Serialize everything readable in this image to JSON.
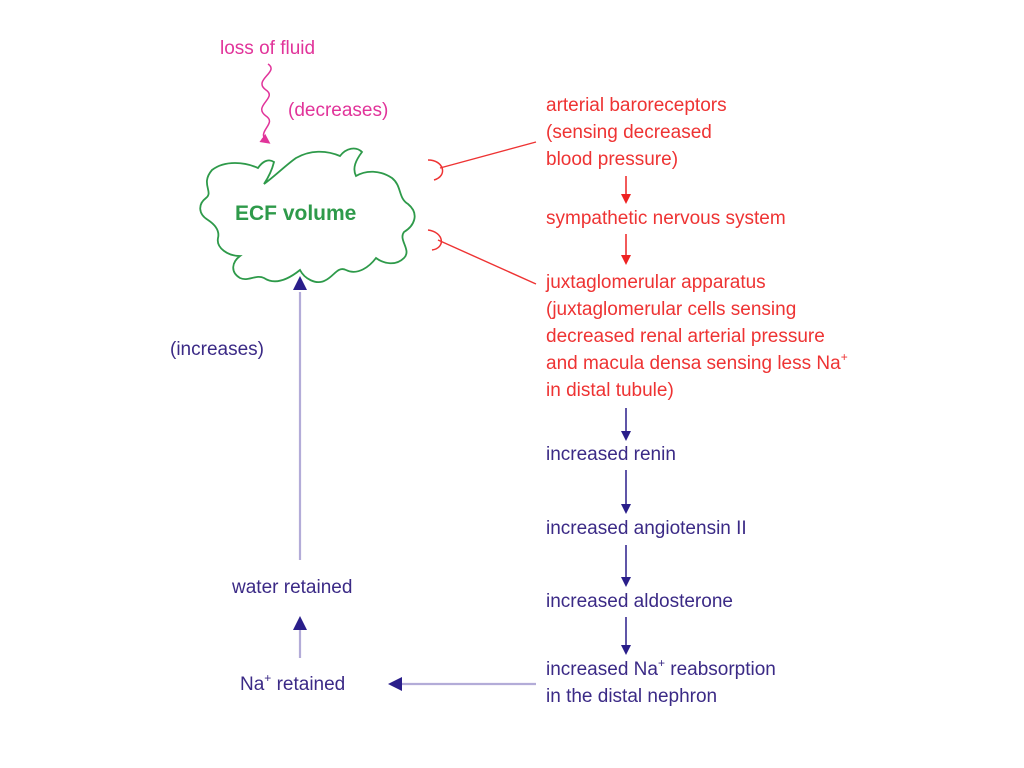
{
  "colors": {
    "pink": "#e1349a",
    "red": "#ee3333",
    "navy": "#3b2a86",
    "green": "#2e9a4a",
    "lavender": "#b3acd8"
  },
  "loss_of_fluid": "loss of fluid",
  "decreases_label": "(decreases)",
  "ecf_volume": "ECF volume",
  "increases_label": "(increases)",
  "baroreceptors": "arterial baroreceptors\n(sensing decreased\nblood pressure)",
  "sympathetic": "sympathetic nervous system",
  "juxta": {
    "lines": [
      "juxtaglomerular apparatus",
      "(juxtaglomerular cells sensing",
      "decreased renal arterial pressure"
    ],
    "macula_main": "and macula densa sensing less Na",
    "macula_sup": "+",
    "last": "in distal tubule)"
  },
  "renin": "increased renin",
  "angiotensin": "increased angiotensin II",
  "aldosterone": "increased aldosterone",
  "na_reabsorption": {
    "main": "increased Na",
    "sup": "+",
    "rest": " reabsorption",
    "line2": "in the distal nephron"
  },
  "water_retained": "water retained",
  "na_retained": {
    "main": "Na",
    "sup": "+",
    "rest": " retained"
  }
}
